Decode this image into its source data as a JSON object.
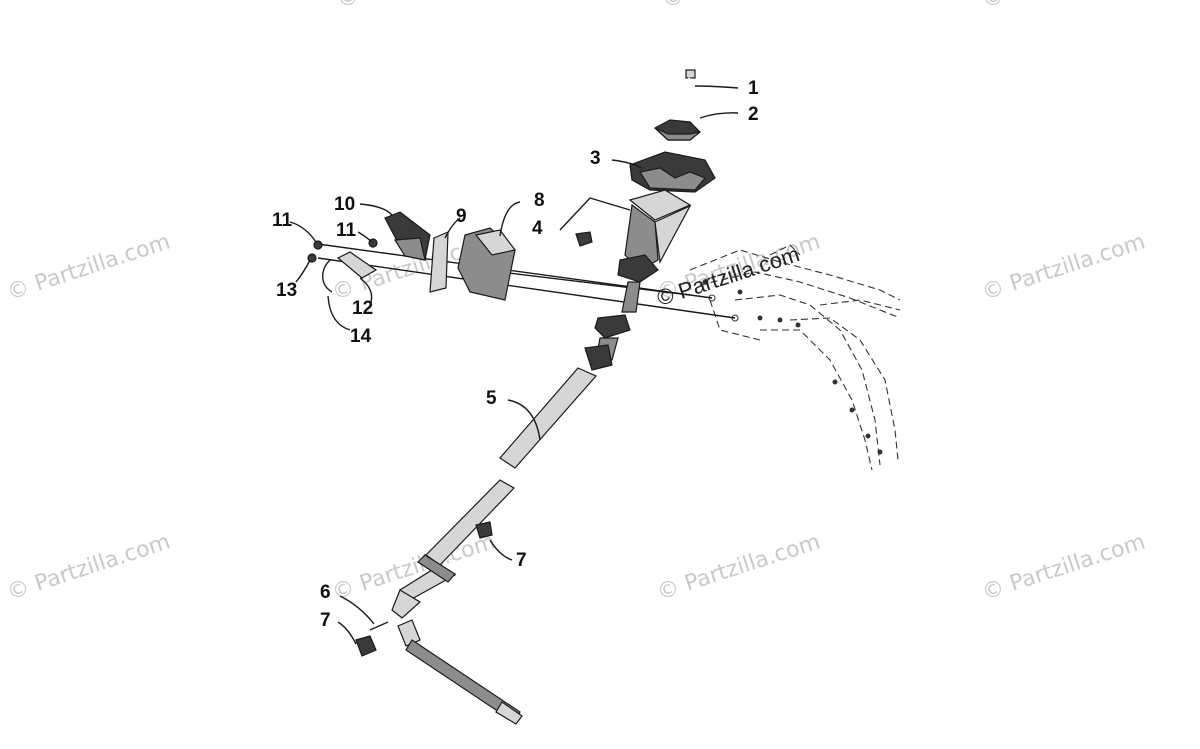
{
  "watermark": {
    "text": "© Partzilla.com"
  },
  "callouts": [
    {
      "id": "c1",
      "label": "1"
    },
    {
      "id": "c2",
      "label": "2"
    },
    {
      "id": "c3",
      "label": "3"
    },
    {
      "id": "c4",
      "label": "4"
    },
    {
      "id": "c5",
      "label": "5"
    },
    {
      "id": "c6",
      "label": "6"
    },
    {
      "id": "c7a",
      "label": "7"
    },
    {
      "id": "c7b",
      "label": "7"
    },
    {
      "id": "c8",
      "label": "8"
    },
    {
      "id": "c9",
      "label": "9"
    },
    {
      "id": "c10",
      "label": "10"
    },
    {
      "id": "c11a",
      "label": "11"
    },
    {
      "id": "c11b",
      "label": "11"
    },
    {
      "id": "c12",
      "label": "12"
    },
    {
      "id": "c13",
      "label": "13"
    },
    {
      "id": "c14",
      "label": "14"
    }
  ]
}
